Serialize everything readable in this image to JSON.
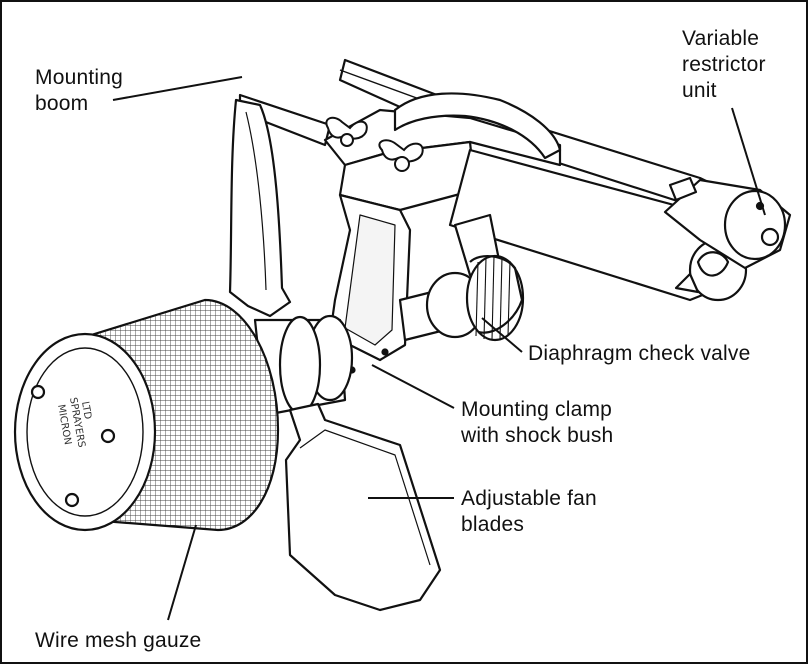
{
  "diagram": {
    "labels": {
      "mounting_boom": [
        "Mounting",
        "boom"
      ],
      "variable_restrictor": [
        "Variable",
        "restrictor",
        "unit"
      ],
      "diaphragm_check_valve": [
        "Diaphragm check valve"
      ],
      "mounting_clamp": [
        "Mounting clamp",
        "with shock bush"
      ],
      "adjustable_fan_blades": [
        "Adjustable fan",
        "blades"
      ],
      "wire_mesh_gauze": [
        "Wire mesh gauze"
      ]
    },
    "nameplate_lines": [
      "MICRON",
      "SPRAYERS",
      "LTD"
    ]
  },
  "colors": {
    "line": "#111111",
    "background": "#ffffff",
    "shade": "#d9d9d9"
  }
}
